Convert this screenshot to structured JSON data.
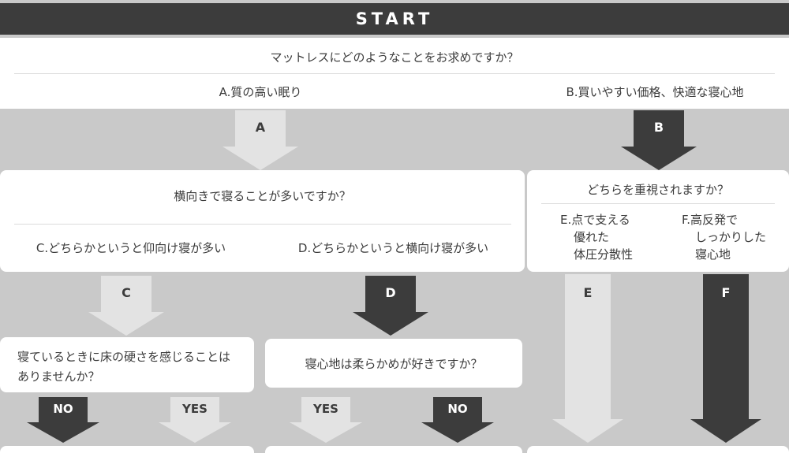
{
  "colors": {
    "dark": "#3c3c3c",
    "light_arrow": "#e3e3e3",
    "background": "#c9c9c9",
    "box": "#ffffff",
    "divider": "#dcdcdc",
    "text": "#3c3c3c"
  },
  "start": {
    "label": "START"
  },
  "q1": {
    "question": "マットレスにどのようなことをお求めですか？",
    "options": {
      "a": "A.質の高い眠り",
      "b": "B.買いやすい価格、快適な寝心地"
    }
  },
  "q2": {
    "question": "横向きで寝ることが多いですか？",
    "options": {
      "c": "C.どちらかというと仰向け寝が多い",
      "d": "D.どちらかというと横向け寝が多い"
    }
  },
  "q3": {
    "question": "どちらを重視されますか？",
    "option_e_lines": [
      "E.点で支える",
      "優れた",
      "体圧分散性"
    ],
    "option_f_lines": [
      "F.高反発で",
      "しっかりした",
      "寝心地"
    ]
  },
  "q4": {
    "lines": [
      "寝ているときに床の硬さを感じることは",
      "ありませんか？"
    ]
  },
  "q5": {
    "question": "寝心地は柔らかめが好きですか？"
  },
  "arrow_labels": {
    "a": "A",
    "b": "B",
    "c": "C",
    "d": "D",
    "e": "E",
    "f": "F",
    "no_left": "NO",
    "yes_left": "YES",
    "yes_mid": "YES",
    "no_mid": "NO"
  }
}
